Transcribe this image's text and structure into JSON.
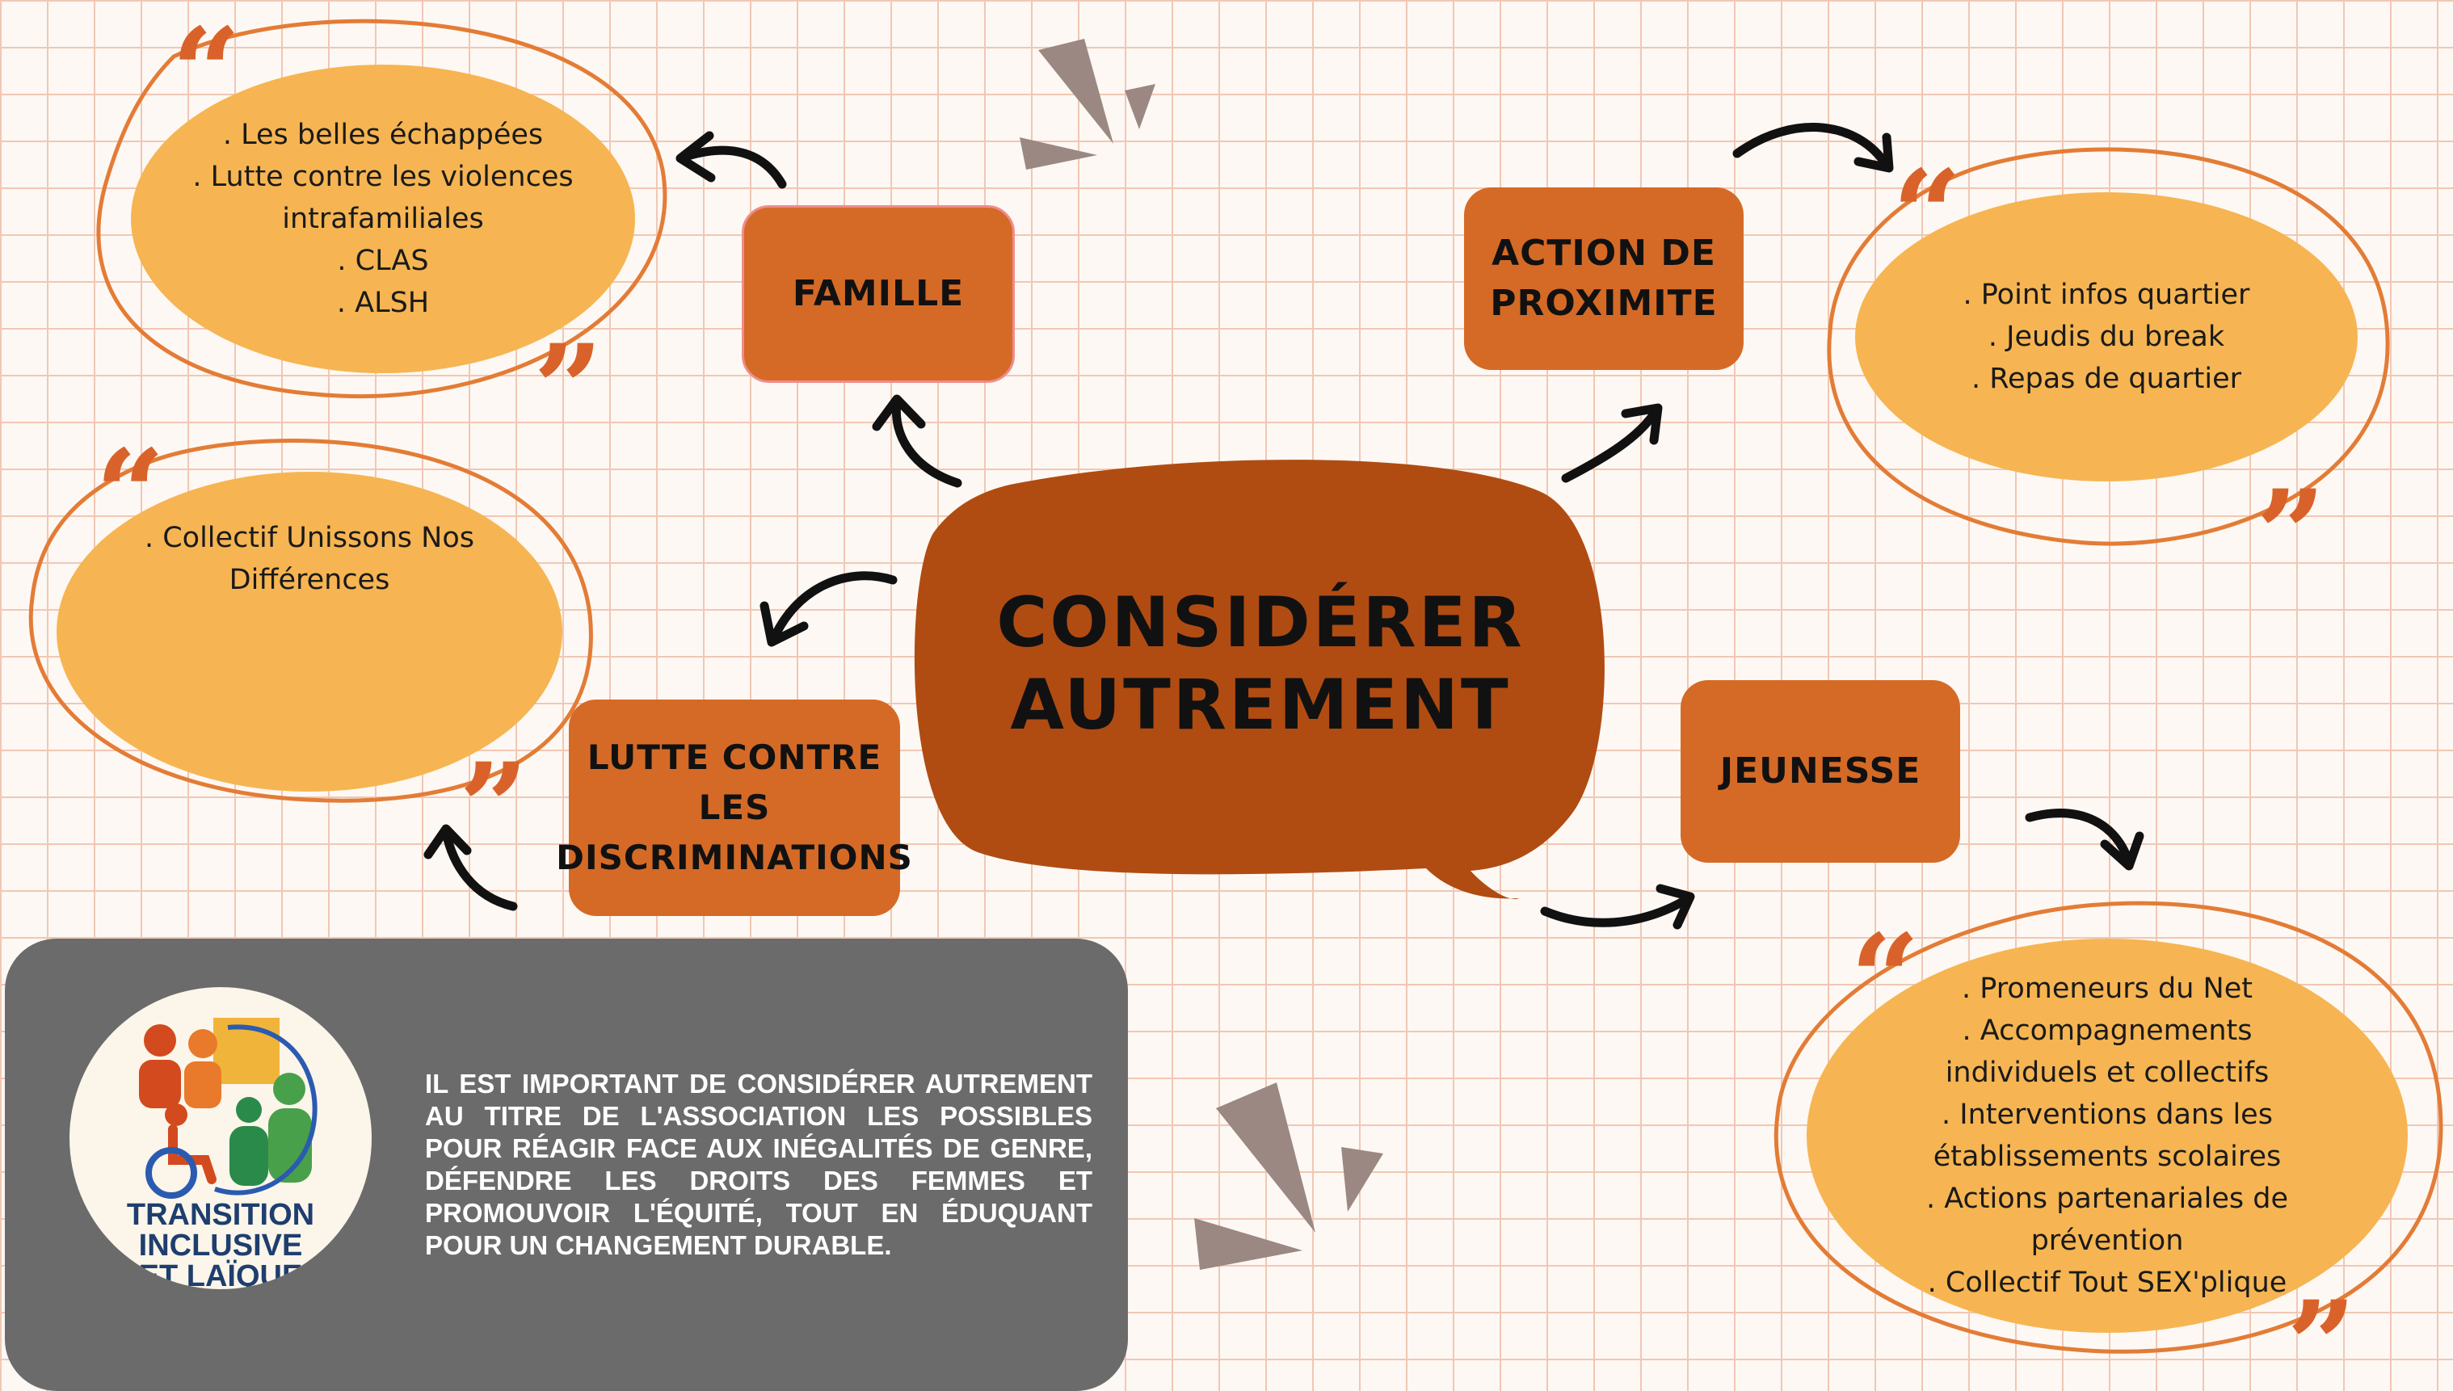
{
  "center": {
    "line1": "CONSIDÉRER",
    "line2": "AUTREMENT"
  },
  "categories": {
    "famille": {
      "lines": [
        "FAMILLE"
      ]
    },
    "action_proximite": {
      "lines": [
        "ACTION DE",
        "PROXIMITE"
      ]
    },
    "jeunesse": {
      "lines": [
        "JEUNESSE"
      ]
    },
    "lutte_discriminations": {
      "lines": [
        "LUTTE CONTRE",
        "LES",
        "DISCRIMINATIONS"
      ]
    }
  },
  "bubbles": {
    "famille": [
      ". Les belles échappées",
      ". Lutte contre les violences",
      "intrafamiliales",
      ". CLAS",
      ". ALSH"
    ],
    "action_proximite": [
      ". Point infos quartier",
      ". Jeudis du break",
      ". Repas de quartier"
    ],
    "lutte_discriminations": [
      ". Collectif Unissons Nos",
      "Différences"
    ],
    "jeunesse": [
      ". Promeneurs du Net",
      ". Accompagnements",
      "individuels et collectifs",
      ". Interventions dans les",
      "établissements scolaires",
      ". Actions partenariales de",
      "prévention",
      ". Collectif Tout SEX'plique"
    ]
  },
  "info_text": "Il est important de considérer autrement au titre de l'association Les Possibles pour réagir face aux inégalités de genre, défendre les droits des femmes et promouvoir l'équité, tout en éduquant pour un changement durable.",
  "logo": {
    "line1": "TRANSITION",
    "line2": "INCLUSIVE",
    "line3": "ET LAÏQUE"
  },
  "icons": {
    "quote_open": "“",
    "quote_close": "”"
  },
  "colors": {
    "bubble_fill": "#f6b552",
    "bubble_ring": "#e37c36",
    "category_box": "#d56a26",
    "center_bubble": "#b04c12",
    "quote_mark": "#d9622a",
    "panel": "#6b6b6b"
  }
}
